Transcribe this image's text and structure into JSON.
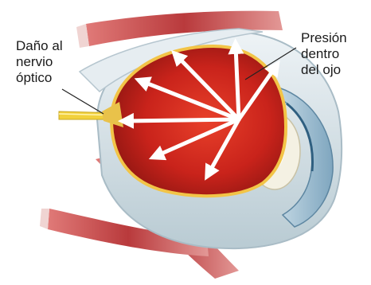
{
  "labels": {
    "nerve_damage": [
      "Daño al",
      "nervio",
      "óptico"
    ],
    "eye_pressure": [
      "Presión",
      "dentro",
      "del ojo"
    ]
  },
  "colors": {
    "retina_red": "#c9231b",
    "muscle_red": "#c8484a",
    "sclera": "#d9e4ea",
    "optic_nerve": "#f2d13c",
    "arrow_white": "#ffffff"
  },
  "icons": [
    "eye-cross-section",
    "pressure-arrows",
    "optic-nerve",
    "eye-muscles",
    "cornea",
    "lens",
    "iris"
  ]
}
